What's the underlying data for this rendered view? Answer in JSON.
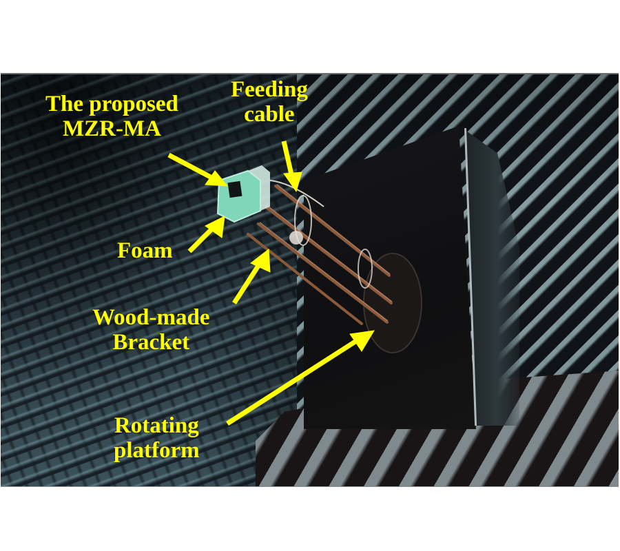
{
  "figure": {
    "description": "Antenna measurement setup inside an anechoic chamber",
    "colors": {
      "label_yellow": "#ffff00",
      "absorber_dark": "#1b2227",
      "absorber_light": "#9fb8be",
      "foam_green": "#7fd6b8",
      "wood_brown": "#8a5a3a",
      "platform_black": "#121214"
    },
    "annotations": [
      {
        "id": "antenna",
        "line1": "The proposed",
        "line2": "MZR-MA"
      },
      {
        "id": "cable",
        "line1": "Feeding",
        "line2": "cable"
      },
      {
        "id": "foam",
        "line1": "Foam"
      },
      {
        "id": "bracket",
        "line1": "Wood-made",
        "line2": "Bracket"
      },
      {
        "id": "platform",
        "line1": "Rotating",
        "line2": "platform"
      }
    ]
  }
}
